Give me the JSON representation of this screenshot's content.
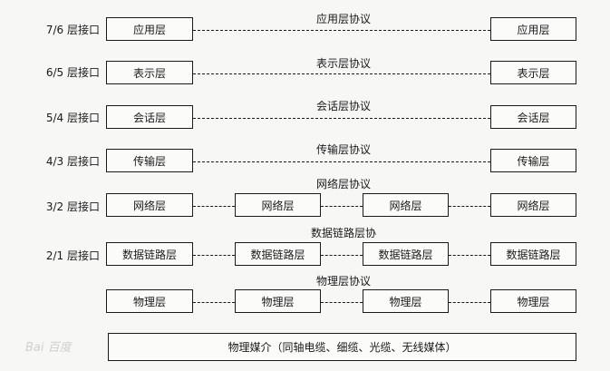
{
  "interfaces": [
    "7/6 层接口",
    "6/5 层接口",
    "5/4 层接口",
    "4/3 层接口",
    "3/2 层接口",
    "2/1 层接口"
  ],
  "layers": {
    "application": "应用层",
    "presentation": "表示层",
    "session": "会话层",
    "transport": "传输层",
    "network": "网络层",
    "datalink": "数据链路层",
    "physical": "物理层"
  },
  "protocols": {
    "application": "应用层协议",
    "presentation": "表示层协议",
    "session": "会话层协议",
    "transport": "传输层协议",
    "network": "网络层协议",
    "datalink": "数据链路层协",
    "physical": "物理层协议"
  },
  "medium": "物理媒介（同轴电缆、细缆、光缆、无线媒体）",
  "watermark": "Bai 百度"
}
